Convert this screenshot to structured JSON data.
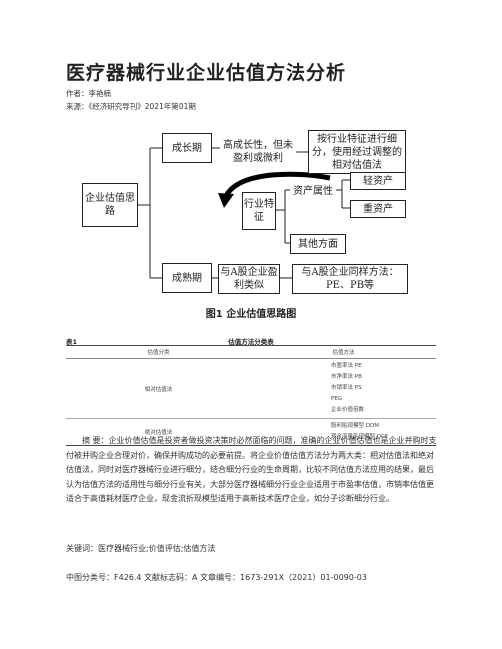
{
  "title": "医疗器械行业企业估值方法分析",
  "author": "作者：李艳楠",
  "source": "来源：《经济研究导刊》2021年第01期",
  "diagram": {
    "root": "企业估值思路",
    "growth_stage": "成长期",
    "growth_desc": "高成长性，但未盈利或微利",
    "growth_method": "按行业特征进行细分，使用经过调整的相对估值法",
    "features": "行业特征",
    "asset_attr": "资产属性",
    "light_asset": "轻资产",
    "heavy_asset": "重资产",
    "other": "其他方面",
    "mature_stage": "成熟期",
    "mature_desc": "与A股企业盈利类似",
    "mature_method": "与A股企业同样方法：PE、PB等"
  },
  "figure_caption": "图1   企业估值思路图",
  "table": {
    "label": "表1",
    "title": "估值方法分类表",
    "headers": [
      "估值分类",
      "估值方法"
    ],
    "rows": [
      {
        "category": "相对估值法",
        "methods": [
          "市盈率法 PE",
          "市净率法 PB",
          "市销率法 PS",
          "PEG",
          "企业价值倍数"
        ]
      },
      {
        "category": "绝对估值法",
        "methods": [
          "股利贴现模型 DDM",
          "现金流量贴现模型 DCF"
        ]
      }
    ]
  },
  "abstract": "摘 要：企业价值估值是投资者做投资决策时必然面临的问题，准确的企业价值估值也是企业并购时支付被并购企业合理对价，确保并购成功的必要前提。将企业价值估值方法分为两大类：相对估值法和绝对估值法，同时对医疗器械行业进行细分，结合细分行业的生命周期，比较不同估值方法应用的结果，最后认为估值方法的适用性与细分行业有关，大部分医疗器械细分行业企业适用于市盈率估值，市销率估值更适合于高值耗材医疗企业，现金流折现模型适用于高新技术医疗企业，如分子诊断细分行业。",
  "keywords": "关键词：医疗器械行业;价值评估;估值方法",
  "classification": "中图分类号：F426.4 文献标志码：A 文章编号：1673-291X（2021）01-0090-03"
}
